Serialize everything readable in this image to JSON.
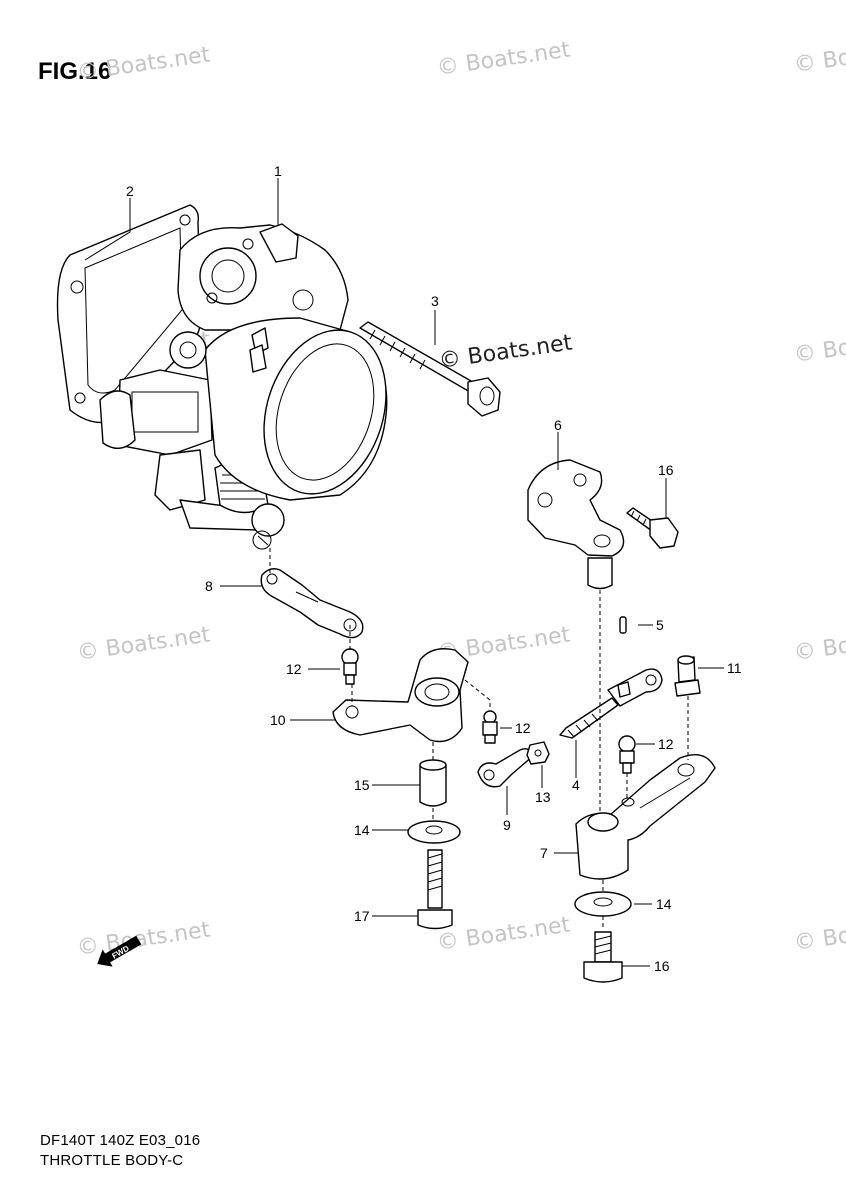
{
  "figure_title": "FIG.16",
  "model_code": "DF140T 140Z E03_016",
  "section_name": "THROTTLE BODY-C",
  "watermark": "© Boats.net",
  "direction_label": "FWD",
  "callouts": {
    "c1": "1",
    "c2": "2",
    "c3": "3",
    "c4": "4",
    "c5": "5",
    "c6": "6",
    "c7": "7",
    "c8": "8",
    "c9": "9",
    "c10": "10",
    "c11": "11",
    "c12a": "12",
    "c12b": "12",
    "c12c": "12",
    "c13": "13",
    "c14a": "14",
    "c14b": "14",
    "c15": "15",
    "c16a": "16",
    "c16b": "16",
    "c17": "17"
  }
}
